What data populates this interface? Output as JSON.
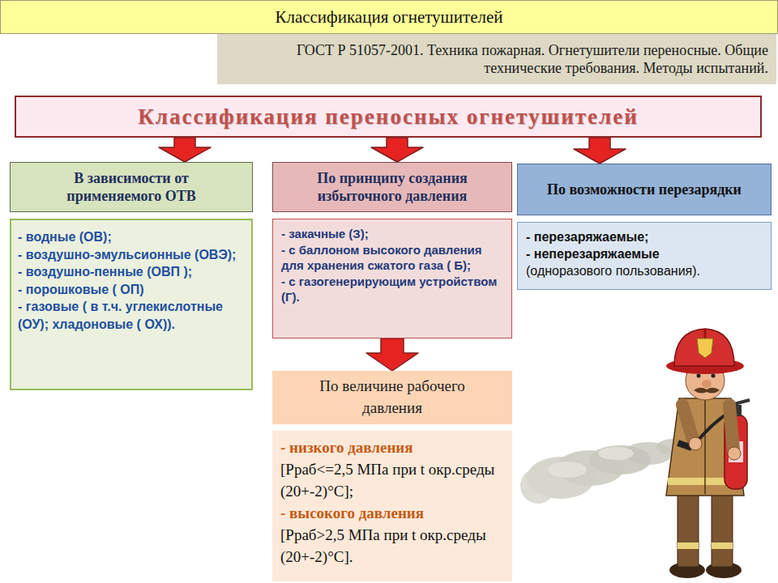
{
  "diagram": {
    "title": "Классификация огнетушителей",
    "nodes": [
      {
        "text": [
          "ГОСТ Р 51057-2001. Техника пожарная. Огнетушители переносные. Общие технические требования. Методы испытаний."
        ]
      },
      {
        "text": [
          "Классификация переносных огнетушителей"
        ]
      },
      {
        "text": [
          "В зависимости от применяемого ОТВ"
        ]
      },
      {
        "text": [
          "- водные (ОВ);",
          "- воздушно-эмульсионные (ОВЭ);",
          "- воздушно-пенные (ОВП );",
          "- порошковые ( ОП)",
          "- газовые ( в т.ч. углекислотные (ОУ); хладоновые ( ОХ))."
        ]
      },
      {
        "text": [
          "По принципу создания избыточного давления"
        ]
      },
      {
        "text": [
          "- закачные (З);",
          "- с баллоном высокого давления для хранения сжатого газа ( Б);",
          "- с газогенерирующим устройством (Г)."
        ]
      },
      {
        "text": [
          "По величине рабочего давления"
        ]
      },
      {
        "text": [
          "- низкого давления",
          "[Рраб<=2,5 МПа при t окр.среды (20+-2)°C];",
          "- высокого давления",
          "[Рраб>2,5 МПа при t окр.среды (20+-2)°C]."
        ]
      },
      {
        "text": [
          "По возможности перезарядки"
        ]
      },
      {
        "text": [
          "- перезаряжаемые;",
          "- неперезаряжаемые",
          "(одноразового пользования)."
        ]
      }
    ],
    "edges": [
      {
        "from": 1,
        "to": 2,
        "arrow": "to"
      },
      {
        "from": 1,
        "to": 4,
        "arrow": "to"
      },
      {
        "from": 1,
        "to": 8,
        "arrow": "to"
      },
      {
        "from": 5,
        "to": 6,
        "arrow": "to"
      }
    ]
  }
}
